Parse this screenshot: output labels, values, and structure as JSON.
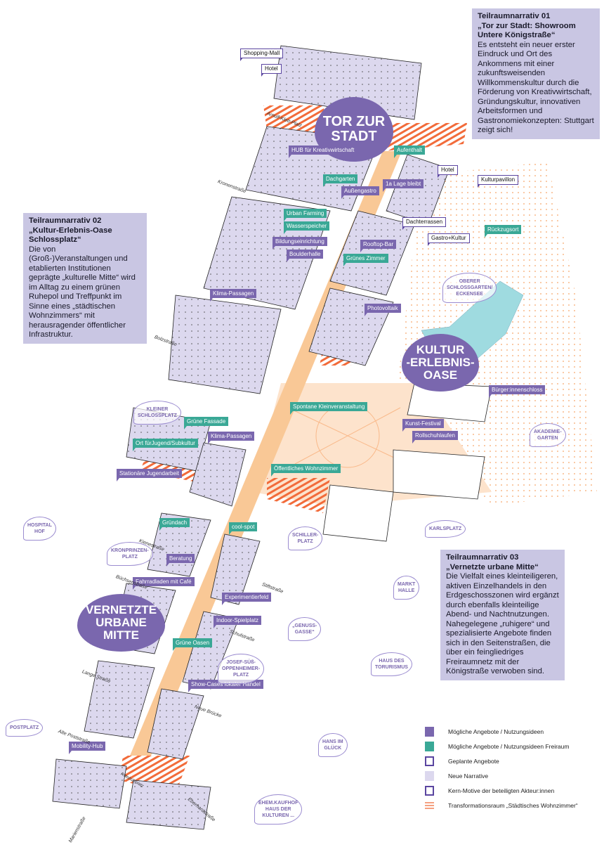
{
  "colors": {
    "purple": "#7a67ae",
    "teal": "#3aa896",
    "street": "#f9c896",
    "plaza": "#fde3cc",
    "hatch": "#f26b3a",
    "narrative": "#c9c6e3",
    "lake": "#9fdbe0"
  },
  "narratives": [
    {
      "title": "Teilraumnarrativ 01",
      "subtitle": "„Tor zur Stadt: Showroom Untere Königstraße“",
      "text": "Es entsteht ein neuer erster Eindruck und Ort des Ankommens mit einer zukunftsweisenden Willkommenskultur durch die Förderung von Kreativwirtschaft, Gründungskultur, innovativen Arbeitsformen und Gastronomiekonzepten: Stuttgart zeigt sich!"
    },
    {
      "title": "Teilraumnarrativ 02",
      "subtitle": "„Kultur-Erlebnis-Oase Schlossplatz“",
      "text": "Die von (Groß-)Veranstaltungen und etablierten Institutionen geprägte „kulturelle Mitte“ wird im Alltag zu einem grünen Ruhepol und Treffpunkt im Sinne eines „städtischen Wohnzimmers“ mit herausragender öffentlicher Infrastruktur."
    },
    {
      "title": "Teilraumnarrativ 03",
      "subtitle": "„Vernetzte urbane Mitte“",
      "text": "Die Vielfalt eines kleinteiligeren, aktiven Einzelhandels in den Erdgeschosszonen wird ergänzt durch ebenfalls kleinteilige Abend- und Nachtnutzungen. Nahegelegene „ruhigere“ und spezialisierte Angebote finden sich  in den Seitenstraßen, die über ein feingliedriges Freiraumnetz mit der Königstraße verwoben sind."
    }
  ],
  "core_motifs": [
    "TOR ZUR\nSTADT",
    "KULTUR\n-ERLEBNIS-\nOASE",
    "VERNETZTE\nURBANE\nMITTE"
  ],
  "ideas": [
    "HUB für Kreativwirtschaft",
    "Außengastro",
    "1a Lage bleibt",
    "Bildungseinrichtung",
    "Boulderhalle",
    "Rooftop-Bar",
    "Klima-Passagen",
    "Photovoltaik",
    "Klima-Passagen",
    "Stationäre Jugendarbeit",
    "Bürger:innenschloss",
    "Kunst-Festival",
    "Rollschuhlaufen",
    "Beratung",
    "Fahrradladen mit Café",
    "Experimentierfeld",
    "Indoor-Spielplatz",
    "Show-Cases lokaler Handel",
    "Mobility-Hub"
  ],
  "open_space_ideas": [
    "Aufenthalt",
    "Dachgarten",
    "Urban Farming",
    "Wasserspeicher",
    "Grünes Zimmer",
    "Rückzugsort",
    "Spontane Kleinveranstaltung",
    "Grüne Fassade",
    "Ort fürJugend/Subkultur",
    "Öffentliches Wohnzimmer",
    "Gründach",
    "cool-spot",
    "Grüne Oasen"
  ],
  "planned": [
    "Shopping-Mall",
    "Hotel",
    "Hotel",
    "Kulturpavillon",
    "Dachterrassen",
    "Gastro+Kultur"
  ],
  "places": [
    "OBERER\nSCHLOSSGARTEN/\nECKENSEE",
    "KLEINER\nSCHLOSSPLATZ",
    "AKADEMIE-\nGARTEN",
    "HOSPITAL\nHOF",
    "KRONPRINZEN-\nPLATZ",
    "SCHILLER-\nPLATZ",
    "KARLSPLATZ",
    "MARKT\nHALLE",
    "„GENUSS-\nGASSE“",
    "JOSEF-SÜß-\nOPPENHEIMER-\nPLATZ",
    "HAUS DES\nTORURISMUS",
    "POSTPLATZ",
    "HANS IM\nGLÜCK",
    "EHEM.KAUFHOF\nHAUS DER\nKULTUREN ..."
  ],
  "streets": [
    "Arnulf-Klett-Platz",
    "Kronenstraße",
    "Bolzstraße",
    "Kienestraße",
    "Büchsenstraße",
    "Stiftstraße",
    "Schulstraße",
    "Lange Straße",
    "Neue Brücke",
    "Alte Poststraße",
    "Eberhardstraße",
    "Marienstraße",
    "Rotebühlplatz"
  ],
  "legend": [
    "Mögliche Angebote / Nutzungsideen",
    "Mögliche Angebote / Nutzungsideen Freiraum",
    "Geplante Angebote",
    "Neue Narrative",
    "Kern-Motive der beteiligten Akteur:innen",
    "Transformationsraum „Städtisches Wohnzimmer“"
  ]
}
